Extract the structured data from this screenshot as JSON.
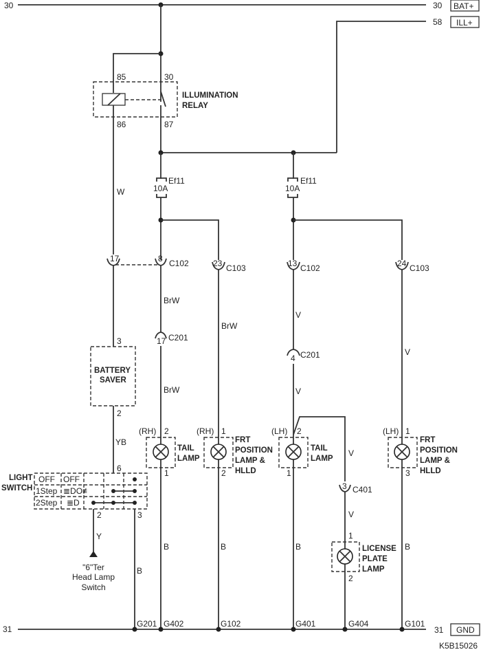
{
  "rails": {
    "bat_pin": "30",
    "bat_label": "BAT+",
    "ill_pin": "58",
    "ill_label": "ILL+",
    "top_left_pin": "30",
    "gnd_left_pin": "31",
    "gnd_pin": "31",
    "gnd_label": "GND"
  },
  "relay": {
    "name_line1": "ILLUMINATION",
    "name_line2": "RELAY",
    "pin_85": "85",
    "pin_30": "30",
    "pin_86": "86",
    "pin_87": "87"
  },
  "fuses": [
    {
      "name": "Ef11",
      "rating": "10A"
    },
    {
      "name": "Ef11",
      "rating": "10A"
    }
  ],
  "connectors": {
    "c102_17": "17",
    "c102_8": "8",
    "c102_label": "C102",
    "c103_23": "23",
    "c103_label": "C103",
    "c102_13": "13",
    "c102_label_b": "C102",
    "c103_24": "24",
    "c103_label_b": "C103",
    "c201_17": "17",
    "c201_label": "C201",
    "c201_4": "4",
    "c201_label_b": "C201",
    "c401_3": "3",
    "c401_label": "C401"
  },
  "wires": {
    "w": "W",
    "brw1": "BrW",
    "brw2": "BrW",
    "brw3": "BrW",
    "v1": "V",
    "v2": "V",
    "v3": "V",
    "v4": "V",
    "v5": "V",
    "yb": "YB",
    "y": "Y",
    "b1": "B",
    "b2": "B",
    "b3": "B",
    "b4": "B",
    "b5": "B"
  },
  "battery_saver": {
    "line1": "BATTERY",
    "line2": "SAVER",
    "pin_top": "3",
    "pin_bottom": "2"
  },
  "light_switch": {
    "line1": "LIGHT",
    "line2": "SWITCH",
    "rows": [
      {
        "pos": "OFF",
        "mode": "OFF"
      },
      {
        "pos": "1Step",
        "mode": "≣DO≢"
      },
      {
        "pos": "2Step",
        "mode": "≣D"
      }
    ],
    "pin_6": "6",
    "pin_2": "2",
    "pin_3": "3"
  },
  "head_lamp_switch": {
    "line1": "\"6\"Ter",
    "line2": "Head Lamp",
    "line3": "Switch"
  },
  "lamps": [
    {
      "side": "(RH)",
      "pin_top": "2",
      "pin_bottom": "1",
      "label": [
        "TAIL",
        "LAMP"
      ]
    },
    {
      "side": "(RH)",
      "pin_top": "1",
      "pin_bottom": "2",
      "label": [
        "FRT",
        "POSITION",
        "LAMP &",
        "HLLD"
      ]
    },
    {
      "side": "(LH)",
      "pin_top": "2",
      "pin_bottom": "1",
      "label": [
        "TAIL",
        "LAMP"
      ]
    },
    {
      "side": "(LH)",
      "pin_top": "1",
      "pin_bottom": "3",
      "label": [
        "FRT",
        "POSITION",
        "LAMP &",
        "HLLD"
      ]
    },
    {
      "side": "",
      "pin_top": "1",
      "pin_bottom": "2",
      "label": [
        "LICENSE",
        "PLATE",
        "LAMP"
      ]
    }
  ],
  "grounds": [
    "G201",
    "G402",
    "G102",
    "G401",
    "G404",
    "G101"
  ],
  "figure_id": "K5B15026"
}
